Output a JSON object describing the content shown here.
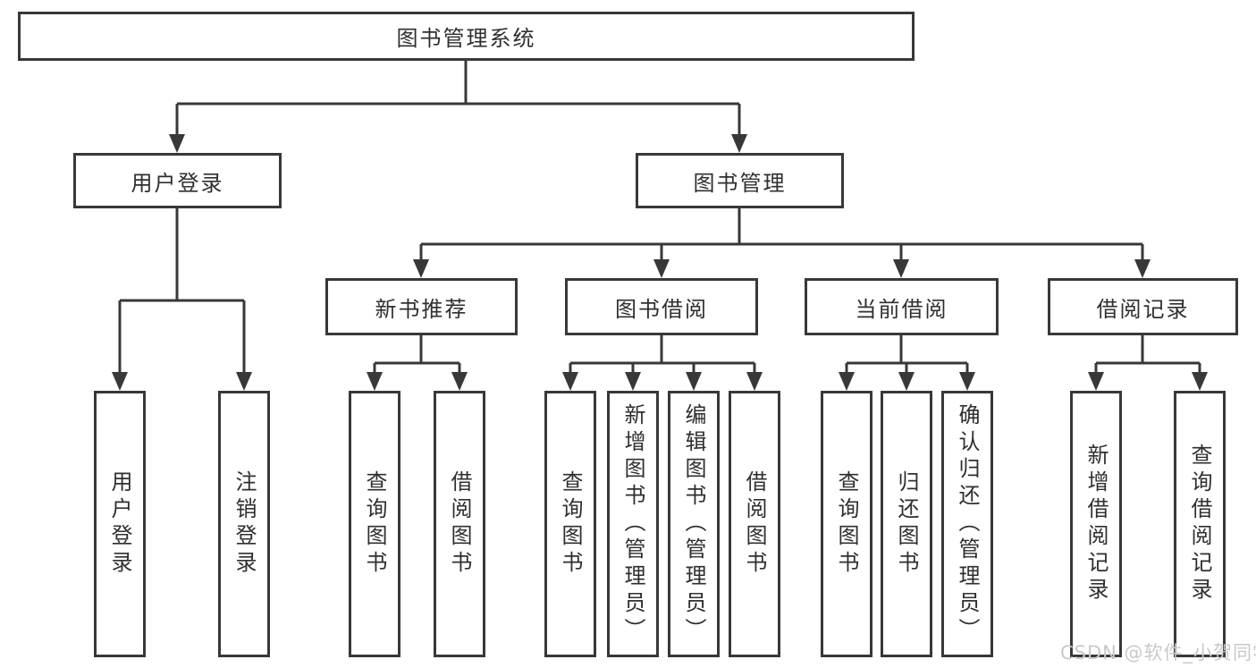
{
  "colors": {
    "line": "#383838",
    "box_border": "#383838",
    "box_bg": "#ffffff",
    "text": "#2f2f2f",
    "watermark": "#c9c9c9",
    "background": "#ffffff"
  },
  "watermark": "CSDN @软件_小贺同学",
  "tree": {
    "label": "图书管理系统",
    "children": [
      {
        "label": "用户登录",
        "children": [
          {
            "label": "用户登录"
          },
          {
            "label": "注销登录"
          }
        ]
      },
      {
        "label": "图书管理",
        "children": [
          {
            "label": "新书推荐",
            "children": [
              {
                "label": "查询图书"
              },
              {
                "label": "借阅图书"
              }
            ]
          },
          {
            "label": "图书借阅",
            "children": [
              {
                "label": "查询图书"
              },
              {
                "label": "新增图书（管理员）"
              },
              {
                "label": "编辑图书（管理员）"
              },
              {
                "label": "借阅图书"
              }
            ]
          },
          {
            "label": "当前借阅",
            "children": [
              {
                "label": "查询图书"
              },
              {
                "label": "归还图书"
              },
              {
                "label": "确认归还（管理员）"
              }
            ]
          },
          {
            "label": "借阅记录",
            "children": [
              {
                "label": "新增借阅记录"
              },
              {
                "label": "查询借阅记录"
              }
            ]
          }
        ]
      }
    ]
  }
}
